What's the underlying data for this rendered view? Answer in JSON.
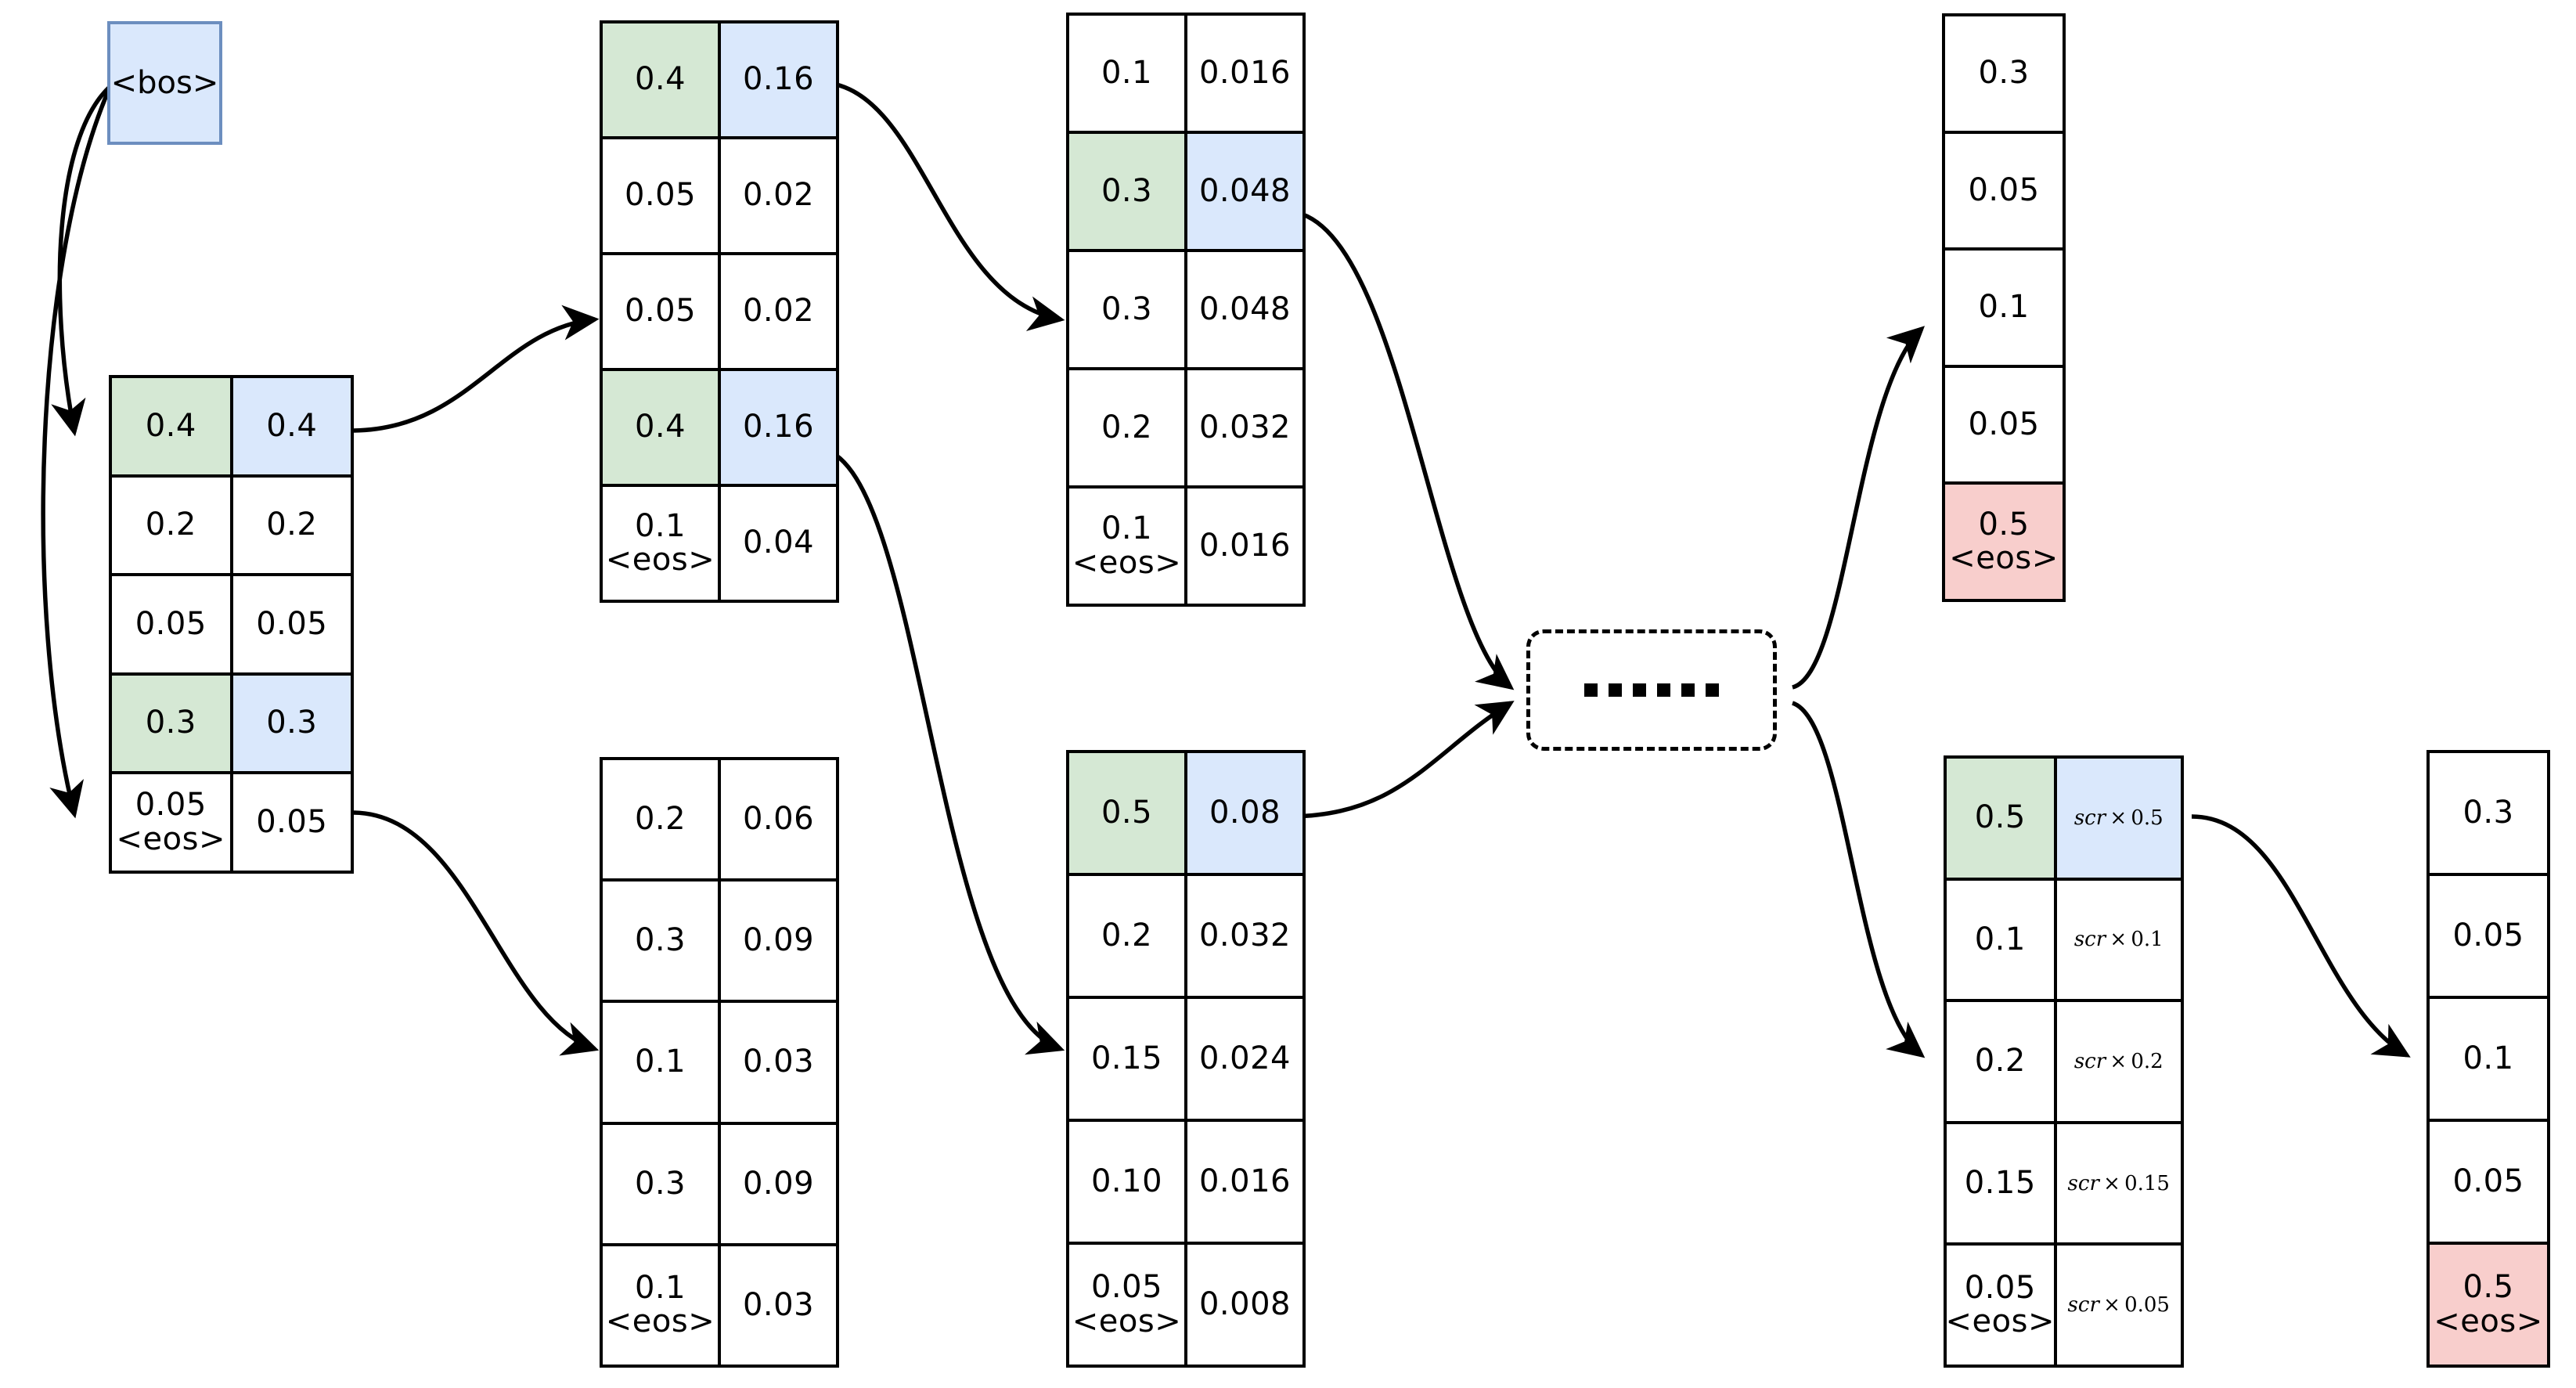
{
  "diagram": {
    "title": "beam-search-decoding-probability-tables",
    "colors": {
      "green_highlight": "#d5e8d4",
      "blue_highlight": "#dae8fc",
      "red_highlight": "#f8cecc",
      "bos_fill": "#dae8fc",
      "bos_border": "#6c8ebf",
      "stroke": "#000000",
      "background": "#ffffff"
    },
    "start_token": {
      "label": "<bos>"
    },
    "ellipsis": {
      "label": "......",
      "dot_count": 6
    },
    "tables": [
      {
        "id": "t1",
        "name": "step1-scores",
        "columns": 2,
        "rows": [
          {
            "left": "0.4",
            "left_eos": false,
            "right": "0.4",
            "left_hl": "green",
            "right_hl": "blue"
          },
          {
            "left": "0.2",
            "left_eos": false,
            "right": "0.2",
            "left_hl": "none",
            "right_hl": "none"
          },
          {
            "left": "0.05",
            "left_eos": false,
            "right": "0.05",
            "left_hl": "none",
            "right_hl": "none"
          },
          {
            "left": "0.3",
            "left_eos": false,
            "right": "0.3",
            "left_hl": "green",
            "right_hl": "blue"
          },
          {
            "left": "0.05",
            "left_eos": true,
            "right": "0.05",
            "left_hl": "none",
            "right_hl": "none"
          }
        ]
      },
      {
        "id": "t2",
        "name": "step2-beam1-scores",
        "columns": 2,
        "rows": [
          {
            "left": "0.4",
            "left_eos": false,
            "right": "0.16",
            "left_hl": "green",
            "right_hl": "blue"
          },
          {
            "left": "0.05",
            "left_eos": false,
            "right": "0.02",
            "left_hl": "none",
            "right_hl": "none"
          },
          {
            "left": "0.05",
            "left_eos": false,
            "right": "0.02",
            "left_hl": "none",
            "right_hl": "none"
          },
          {
            "left": "0.4",
            "left_eos": false,
            "right": "0.16",
            "left_hl": "green",
            "right_hl": "blue"
          },
          {
            "left": "0.1",
            "left_eos": true,
            "right": "0.04",
            "left_hl": "none",
            "right_hl": "none"
          }
        ]
      },
      {
        "id": "t3",
        "name": "step2-beam2-scores",
        "columns": 2,
        "rows": [
          {
            "left": "0.2",
            "left_eos": false,
            "right": "0.06",
            "left_hl": "none",
            "right_hl": "none"
          },
          {
            "left": "0.3",
            "left_eos": false,
            "right": "0.09",
            "left_hl": "none",
            "right_hl": "none"
          },
          {
            "left": "0.1",
            "left_eos": false,
            "right": "0.03",
            "left_hl": "none",
            "right_hl": "none"
          },
          {
            "left": "0.3",
            "left_eos": false,
            "right": "0.09",
            "left_hl": "none",
            "right_hl": "none"
          },
          {
            "left": "0.1",
            "left_eos": true,
            "right": "0.03",
            "left_hl": "none",
            "right_hl": "none"
          }
        ]
      },
      {
        "id": "t4",
        "name": "step3-beam1-scores",
        "columns": 2,
        "rows": [
          {
            "left": "0.1",
            "left_eos": false,
            "right": "0.016",
            "left_hl": "none",
            "right_hl": "none"
          },
          {
            "left": "0.3",
            "left_eos": false,
            "right": "0.048",
            "left_hl": "green",
            "right_hl": "blue"
          },
          {
            "left": "0.3",
            "left_eos": false,
            "right": "0.048",
            "left_hl": "none",
            "right_hl": "none"
          },
          {
            "left": "0.2",
            "left_eos": false,
            "right": "0.032",
            "left_hl": "none",
            "right_hl": "none"
          },
          {
            "left": "0.1",
            "left_eos": true,
            "right": "0.016",
            "left_hl": "none",
            "right_hl": "none"
          }
        ]
      },
      {
        "id": "t5",
        "name": "step3-beam2-scores",
        "columns": 2,
        "rows": [
          {
            "left": "0.5",
            "left_eos": false,
            "right": "0.08",
            "left_hl": "green",
            "right_hl": "blue"
          },
          {
            "left": "0.2",
            "left_eos": false,
            "right": "0.032",
            "left_hl": "none",
            "right_hl": "none"
          },
          {
            "left": "0.15",
            "left_eos": false,
            "right": "0.024",
            "left_hl": "none",
            "right_hl": "none"
          },
          {
            "left": "0.10",
            "left_eos": false,
            "right": "0.016",
            "left_hl": "none",
            "right_hl": "none"
          },
          {
            "left": "0.05",
            "left_eos": true,
            "right": "0.008",
            "left_hl": "none",
            "right_hl": "none"
          }
        ]
      },
      {
        "id": "t6",
        "name": "final-beam2-scaled-scores",
        "columns": 2,
        "math": true,
        "rows": [
          {
            "left": "0.5",
            "left_eos": false,
            "math_var": "scr",
            "math_op": "×",
            "math_val": "0.5",
            "left_hl": "green",
            "right_hl": "blue"
          },
          {
            "left": "0.1",
            "left_eos": false,
            "math_var": "scr",
            "math_op": "×",
            "math_val": "0.1",
            "left_hl": "none",
            "right_hl": "none"
          },
          {
            "left": "0.2",
            "left_eos": false,
            "math_var": "scr",
            "math_op": "×",
            "math_val": "0.2",
            "left_hl": "none",
            "right_hl": "none"
          },
          {
            "left": "0.15",
            "left_eos": false,
            "math_var": "scr",
            "math_op": "×",
            "math_val": "0.15",
            "left_hl": "none",
            "right_hl": "none"
          },
          {
            "left": "0.05",
            "left_eos": true,
            "math_var": "scr",
            "math_op": "×",
            "math_val": "0.05",
            "left_hl": "none",
            "right_hl": "none"
          }
        ]
      },
      {
        "id": "t7",
        "name": "final-output-top",
        "columns": 1,
        "rows": [
          {
            "left": "0.3",
            "left_eos": false,
            "left_hl": "none"
          },
          {
            "left": "0.05",
            "left_eos": false,
            "left_hl": "none"
          },
          {
            "left": "0.1",
            "left_eos": false,
            "left_hl": "none"
          },
          {
            "left": "0.05",
            "left_eos": false,
            "left_hl": "none"
          },
          {
            "left": "0.5",
            "left_eos": true,
            "left_hl": "red"
          }
        ]
      },
      {
        "id": "t8",
        "name": "final-output-bottom",
        "columns": 1,
        "rows": [
          {
            "left": "0.3",
            "left_eos": false,
            "left_hl": "none"
          },
          {
            "left": "0.05",
            "left_eos": false,
            "left_hl": "none"
          },
          {
            "left": "0.1",
            "left_eos": false,
            "left_hl": "none"
          },
          {
            "left": "0.05",
            "left_eos": false,
            "left_hl": "none"
          },
          {
            "left": "0.5",
            "left_eos": true,
            "left_hl": "red"
          }
        ]
      }
    ],
    "eos_token": "<eos>"
  }
}
